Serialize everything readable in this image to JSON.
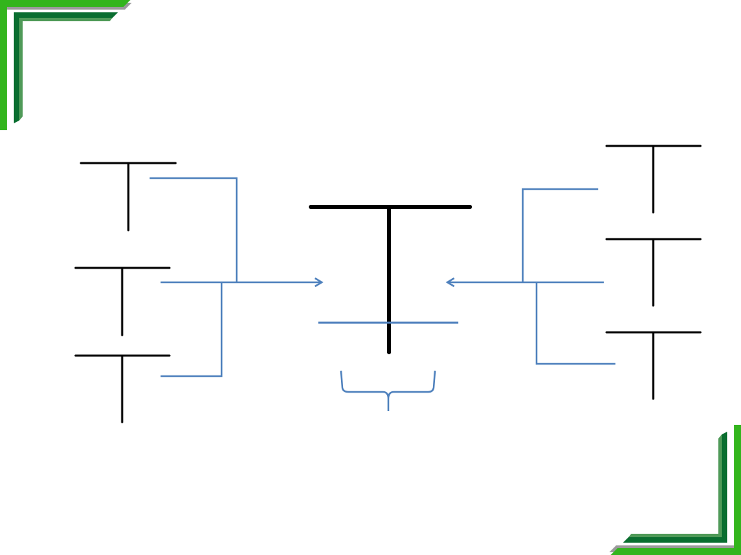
{
  "colors": {
    "background": "#ffffff",
    "t_account_line": "#000000",
    "connector_line": "#4f81bd",
    "frame_light_green": "#33b51d",
    "frame_dark_green": "#0a6e30",
    "frame_shadow": "#9a9a9a"
  },
  "diagram": {
    "left_t_accounts": 3,
    "right_t_accounts": 3,
    "center_t_accounts": 1,
    "arrows": [
      {
        "from": "left-group",
        "to": "center-t-account",
        "direction": "right"
      },
      {
        "from": "right-group",
        "to": "center-t-account",
        "direction": "left"
      }
    ],
    "has_balance_line": true,
    "has_curly_brace": true
  },
  "decorations": {
    "corner_frames": [
      "top-left",
      "bottom-right"
    ]
  }
}
